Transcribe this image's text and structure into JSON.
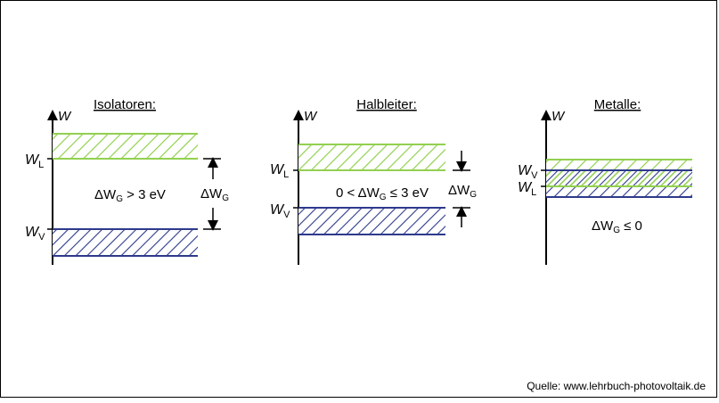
{
  "colors": {
    "conduction": "#92d050",
    "valence": "#2e3a8c",
    "axis": "#000000"
  },
  "panels": [
    {
      "title": "Isolatoren:",
      "axis_symbol": "W",
      "level_upper": {
        "main": "W",
        "sub": "L"
      },
      "level_lower": {
        "main": "W",
        "sub": "V"
      },
      "gap_text": {
        "delta": "ΔW",
        "sub": "G",
        "rest": " > 3 eV"
      },
      "gap_arrow": {
        "delta": "ΔW",
        "sub": "G"
      }
    },
    {
      "title": "Halbleiter:",
      "axis_symbol": "W",
      "level_upper": {
        "main": "W",
        "sub": "L"
      },
      "level_lower": {
        "main": "W",
        "sub": "V"
      },
      "gap_text": {
        "pre": "0 < ",
        "delta": "ΔW",
        "sub": "G",
        "rest": " ≤ 3 eV"
      },
      "gap_arrow": {
        "delta": "ΔW",
        "sub": "G"
      }
    },
    {
      "title": "Metalle:",
      "axis_symbol": "W",
      "level_upper": {
        "main": "W",
        "sub": "V"
      },
      "level_lower": {
        "main": "W",
        "sub": "L"
      },
      "gap_text": {
        "delta": "ΔW",
        "sub": "G",
        "rest": " ≤ 0"
      }
    }
  ],
  "source": "Quelle: www.lehrbuch-photovoltaik.de"
}
